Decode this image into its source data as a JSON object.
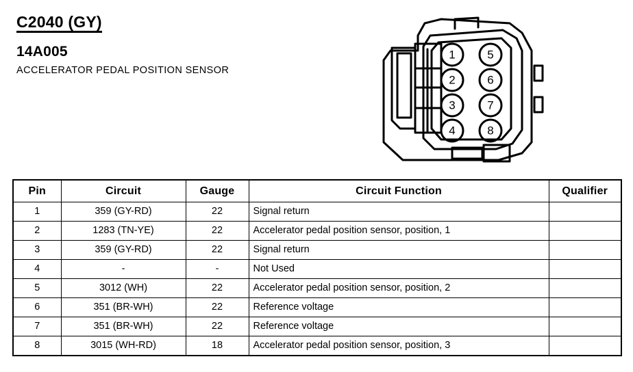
{
  "header": {
    "connector_title": "C2040 (GY)",
    "part_number": "14A005",
    "component_name": "ACCELERATOR PEDAL POSITION SENSOR"
  },
  "connector": {
    "figure_name": "8-way connector face view",
    "pin_labels": [
      "1",
      "2",
      "3",
      "4",
      "5",
      "6",
      "7",
      "8"
    ],
    "left_column": [
      "1",
      "2",
      "3",
      "4"
    ],
    "right_column": [
      "5",
      "6",
      "7",
      "8"
    ]
  },
  "table": {
    "columns": [
      "Pin",
      "Circuit",
      "Gauge",
      "Circuit Function",
      "Qualifier"
    ],
    "rows": [
      {
        "pin": "1",
        "circuit": "359 (GY-RD)",
        "gauge": "22",
        "function": "Signal return",
        "qualifier": ""
      },
      {
        "pin": "2",
        "circuit": "1283 (TN-YE)",
        "gauge": "22",
        "function": "Accelerator pedal position sensor, position, 1",
        "qualifier": ""
      },
      {
        "pin": "3",
        "circuit": "359 (GY-RD)",
        "gauge": "22",
        "function": "Signal return",
        "qualifier": ""
      },
      {
        "pin": "4",
        "circuit": "-",
        "gauge": "-",
        "function": "Not Used",
        "qualifier": ""
      },
      {
        "pin": "5",
        "circuit": "3012 (WH)",
        "gauge": "22",
        "function": "Accelerator pedal position sensor, position, 2",
        "qualifier": ""
      },
      {
        "pin": "6",
        "circuit": "351 (BR-WH)",
        "gauge": "22",
        "function": "Reference voltage",
        "qualifier": ""
      },
      {
        "pin": "7",
        "circuit": "351 (BR-WH)",
        "gauge": "22",
        "function": "Reference voltage",
        "qualifier": ""
      },
      {
        "pin": "8",
        "circuit": "3015 (WH-RD)",
        "gauge": "18",
        "function": "Accelerator pedal position sensor, position, 3",
        "qualifier": ""
      }
    ]
  },
  "colors": {
    "ink": "#000000",
    "paper": "#ffffff"
  }
}
